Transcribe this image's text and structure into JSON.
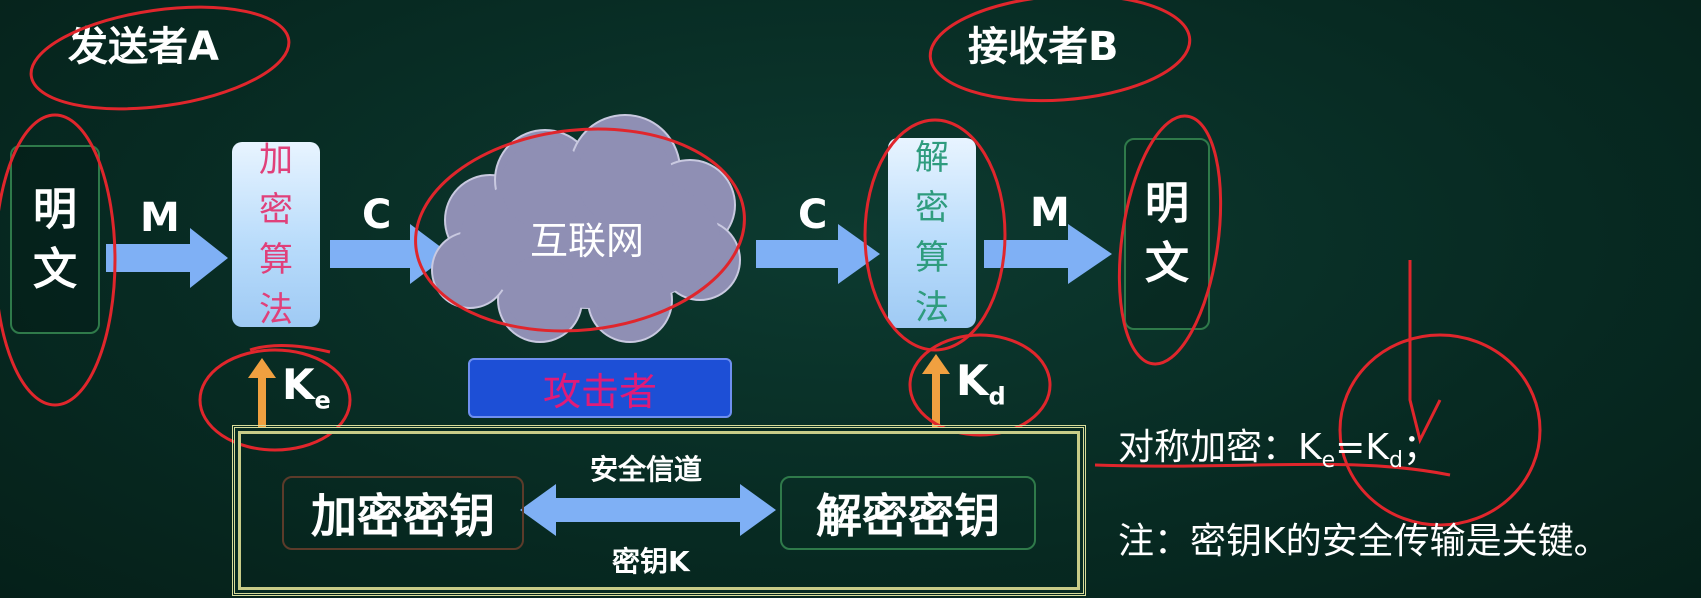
{
  "sender": {
    "label": "发送者A"
  },
  "receiver": {
    "label": "接收者B"
  },
  "plaintext_left": {
    "lines": [
      "明",
      "文"
    ]
  },
  "plaintext_right": {
    "lines": [
      "明",
      "文"
    ]
  },
  "encrypt_algo": {
    "chars": [
      "加",
      "密",
      "算",
      "法"
    ]
  },
  "decrypt_algo": {
    "chars": [
      "解",
      "密",
      "算",
      "法"
    ]
  },
  "flow": {
    "m1": "M",
    "c1": "C",
    "c2": "C",
    "m2": "M"
  },
  "internet": {
    "label": "互联网"
  },
  "attacker": {
    "label": "攻击者"
  },
  "keys": {
    "ke_main": "K",
    "ke_sub": "e",
    "kd_main": "K",
    "kd_sub": "d"
  },
  "key_panel": {
    "encrypt_key": "加密密钥",
    "decrypt_key": "解密密钥",
    "channel_label": "安全信道",
    "key_label": "密钥K"
  },
  "notes": {
    "symmetric_prefix": "对称加密：K",
    "symmetric_sub1": "e",
    "symmetric_mid": "=K",
    "symmetric_sub2": "d",
    "symmetric_end": "；",
    "note2": "注：密钥K的安全传输是关键。"
  },
  "colors": {
    "background": "#072a22",
    "arrow_blue": "#7fb0f5",
    "key_arrow_orange": "#f0a040",
    "annotation_red": "#e0262c",
    "attacker_bg": "#1d4fd6",
    "attacker_text": "#e01b78"
  }
}
